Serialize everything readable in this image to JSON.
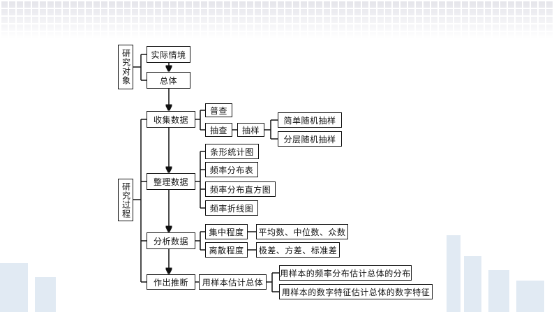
{
  "object_label": "研究对象",
  "process_label": "研究过程",
  "nodes": {
    "actual": "实际情境",
    "population": "总体",
    "collect": "收集数据",
    "census": "普查",
    "survey": "抽查",
    "sampling": "抽样",
    "simple": "简单随机抽样",
    "stratified": "分层随机抽样",
    "organize": "整理数据",
    "bar": "条形统计图",
    "freq_table": "频率分布表",
    "histogram": "频率分布直方图",
    "polygon": "频率折线图",
    "analyze": "分析数据",
    "central": "集中程度",
    "central_items": "平均数、中位数、众数",
    "dispersion": "离散程度",
    "dispersion_items": "极差、方差、标准差",
    "infer": "作出推断",
    "estimate": "用样本估计总体",
    "est_dist": "用样本的频率分布估计总体的分布",
    "est_feat": "用样本的数字特征估计总体的数字特征"
  }
}
